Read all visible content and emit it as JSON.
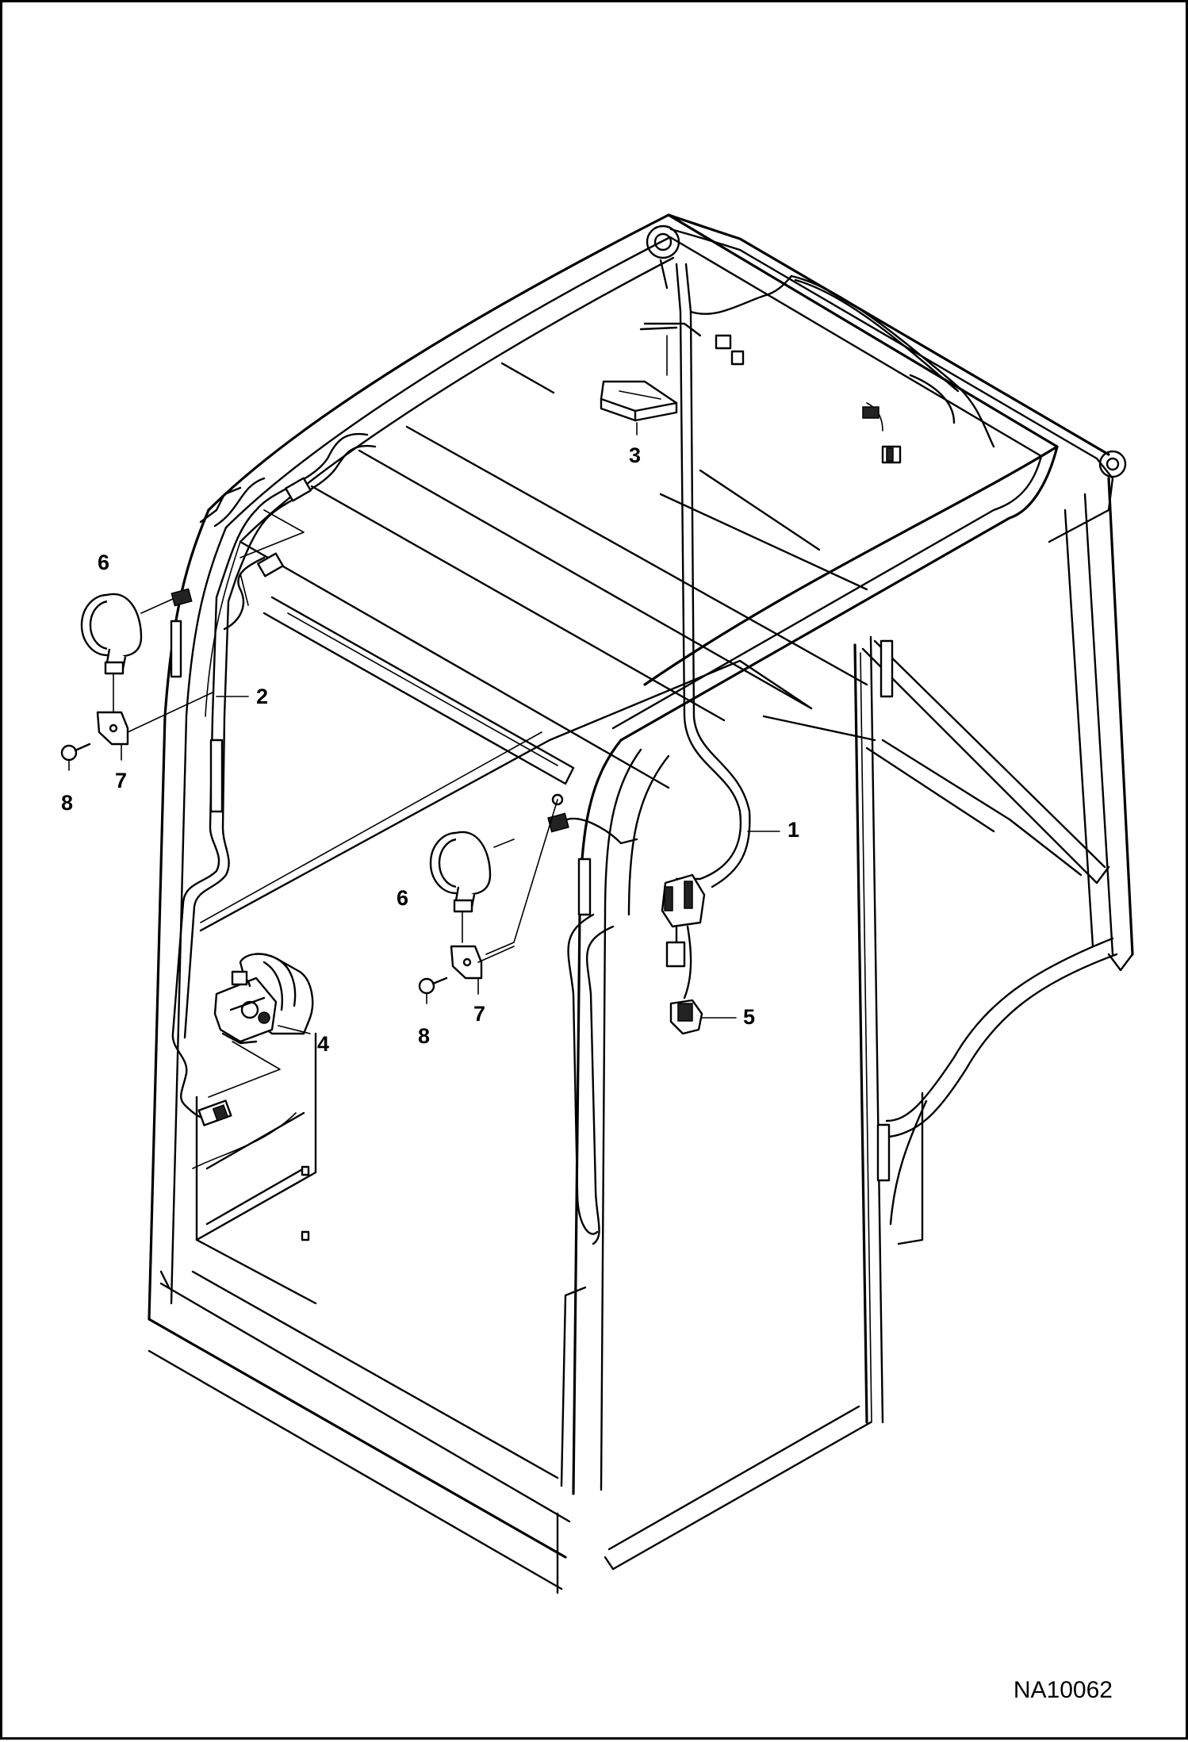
{
  "figure_id": "NA10062",
  "callouts": [
    {
      "label": "1",
      "part": "main-harness"
    },
    {
      "label": "2",
      "part": "left-harness"
    },
    {
      "label": "3",
      "part": "dome-light"
    },
    {
      "label": "4",
      "part": "wiper-motor"
    },
    {
      "label": "5",
      "part": "connector"
    },
    {
      "label": "6",
      "part": "work-light-left"
    },
    {
      "label": "6",
      "part": "work-light-right"
    },
    {
      "label": "7",
      "part": "bracket-left"
    },
    {
      "label": "7",
      "part": "bracket-right"
    },
    {
      "label": "8",
      "part": "bolt-left"
    },
    {
      "label": "8",
      "part": "bolt-right"
    }
  ]
}
